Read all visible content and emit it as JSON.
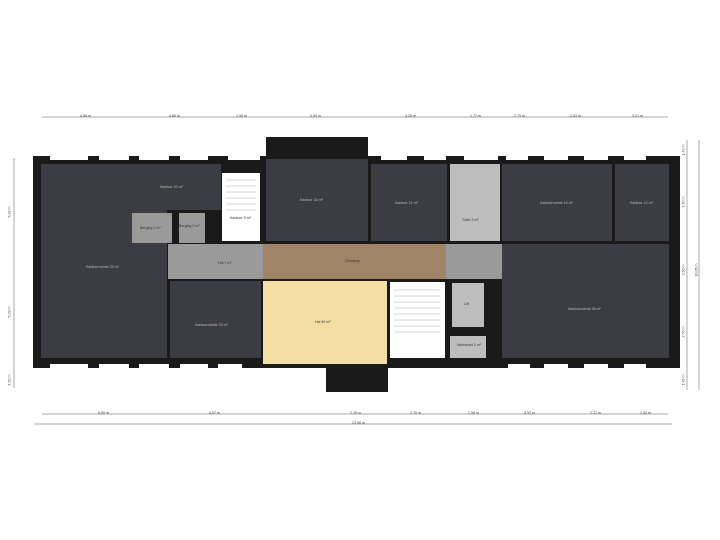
{
  "plan": {
    "colors": {
      "wall": "#1a1a1a",
      "carpet": "#3c3d42",
      "corridor": "#9a9a9a",
      "wood": "#a08468",
      "hall": "#f3dfa2",
      "stair": "#ffffff",
      "bath": "#dcdcdc",
      "dim": "#555555"
    },
    "top_dimensions": [
      "4.88 m",
      "4.86 m",
      "1.96 m",
      "5.53 m",
      "4.26 m",
      "1.72 m",
      "2.75 m",
      "2.63 m",
      "3.21 m"
    ],
    "bottom_dimensions": [
      "6.89 m",
      "4.67 m",
      "2.26 m",
      "2.76 m",
      "1.58 m",
      "4.53 m",
      "2.37 m",
      "2.65 m"
    ],
    "bottom_total": "23.56 m",
    "left_dimensions": [
      "5.23 m",
      "5.29 m",
      "1.52 m"
    ],
    "right_dimensions": [
      "1.43 m",
      "3.20 m",
      "3.50 m",
      "2.76 m",
      "1.45 m"
    ],
    "right_total": "10.05 m",
    "rooms": {
      "room_a": "Kantoorruimte 33 m²",
      "room_b": "Kantoor 20 m²",
      "room_c": "Berging 2 m²",
      "room_d": "Berging 2 m²",
      "room_e": "Kantoor 5 m²",
      "room_f": "Kantoor 34 m²",
      "room_g": "Kantoor 21 m²",
      "room_h": "Toilet 3 m²",
      "room_i": "Kantoorruimte 19 m²",
      "room_j": "Kantoor 12 m²",
      "room_k": "Kantoorruimte 36 m²",
      "room_l": "Kantoorruimte 23 m²",
      "overloop": "Overloop",
      "hal": "Hal 7 m²",
      "hall_main": "Hal 40 m²",
      "lift": "Lift",
      "meterkast": "Meterkast 2 m²"
    }
  }
}
